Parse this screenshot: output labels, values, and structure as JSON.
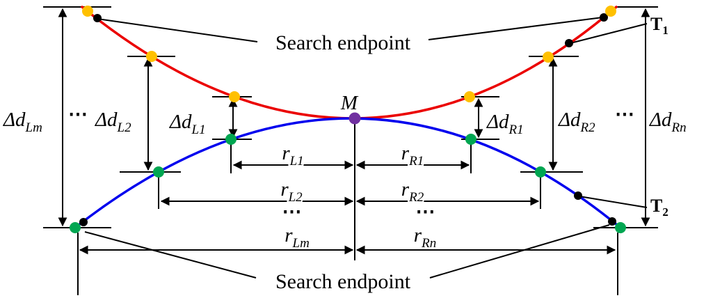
{
  "colors": {
    "curve_red": "#eb0000",
    "curve_blue": "#0000ee",
    "dot_yellow": "#ffc000",
    "dot_green": "#00a651",
    "dot_purple": "#7030a0"
  },
  "annotations": {
    "search_endpoint_top": "Search endpoint",
    "search_endpoint_bottom": "Search endpoint",
    "midpoint": "M",
    "tangent_top": {
      "base": "T",
      "sub": "1"
    },
    "tangent_bottom": {
      "base": "T",
      "sub": "2"
    }
  },
  "vertical_offsets": {
    "d_Lm": {
      "base": "Δd",
      "sub": "Lm"
    },
    "ellipsis_left": "⋯",
    "d_L2": {
      "base": "Δd",
      "sub": "L2"
    },
    "d_L1": {
      "base": "Δd",
      "sub": "L1"
    },
    "d_R1": {
      "base": "Δd",
      "sub": "R1"
    },
    "d_R2": {
      "base": "Δd",
      "sub": "R2"
    },
    "ellipsis_right": "⋯",
    "d_Rn": {
      "base": "Δd",
      "sub": "Rn"
    }
  },
  "radial_offsets": {
    "r_L1": {
      "base": "r",
      "sub": "L1"
    },
    "r_R1": {
      "base": "r",
      "sub": "R1"
    },
    "r_L2": {
      "base": "r",
      "sub": "L2"
    },
    "r_R2": {
      "base": "r",
      "sub": "R2"
    },
    "ellipsis_left": "⋯",
    "ellipsis_right": "⋯",
    "r_Lm": {
      "base": "r",
      "sub": "Lm"
    },
    "r_Rn": {
      "base": "r",
      "sub": "Rn"
    }
  }
}
